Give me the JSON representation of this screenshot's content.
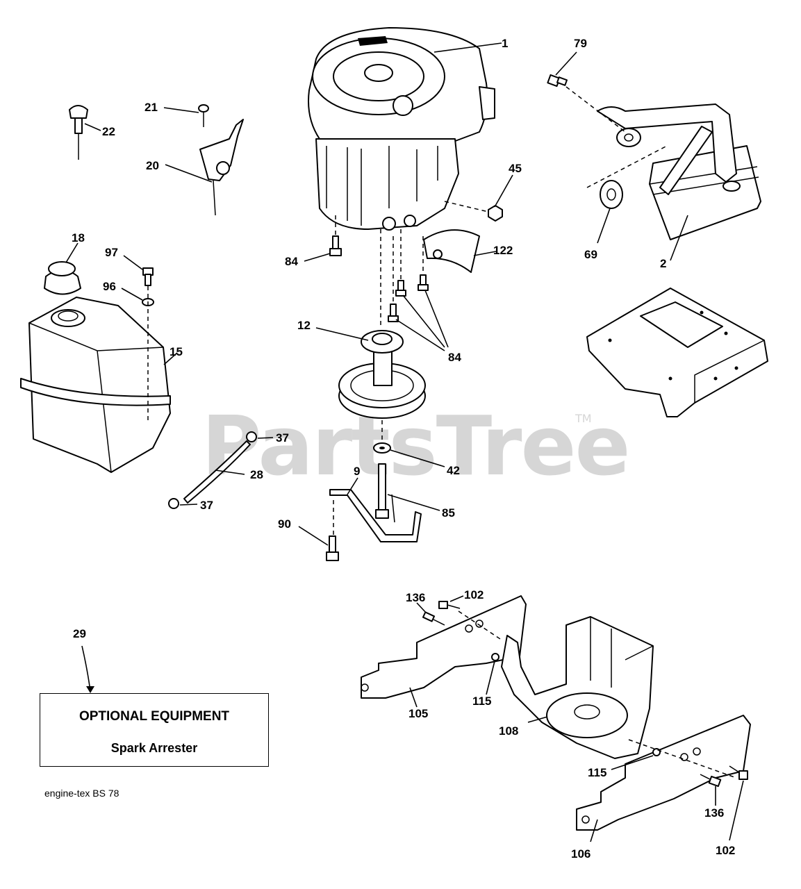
{
  "watermark": {
    "brand": "PartsTree",
    "trademark": "TM"
  },
  "callouts": {
    "c1": "1",
    "c2": "2",
    "c9": "9",
    "c12": "12",
    "c15": "15",
    "c18": "18",
    "c20": "20",
    "c21": "21",
    "c22": "22",
    "c28": "28",
    "c29": "29",
    "c37a": "37",
    "c37b": "37",
    "c42": "42",
    "c45": "45",
    "c69": "69",
    "c79": "79",
    "c84a": "84",
    "c84b": "84",
    "c85": "85",
    "c90": "90",
    "c96": "96",
    "c97": "97",
    "c102a": "102",
    "c102b": "102",
    "c105": "105",
    "c106": "106",
    "c108": "108",
    "c115a": "115",
    "c115b": "115",
    "c122": "122",
    "c136a": "136",
    "c136b": "136"
  },
  "optional_box": {
    "title": "OPTIONAL EQUIPMENT",
    "item": "Spark Arrester"
  },
  "footer": {
    "code": "engine-tex  BS  78"
  },
  "colors": {
    "line": "#000000",
    "watermark": "#d6d6d6",
    "background": "#ffffff"
  }
}
